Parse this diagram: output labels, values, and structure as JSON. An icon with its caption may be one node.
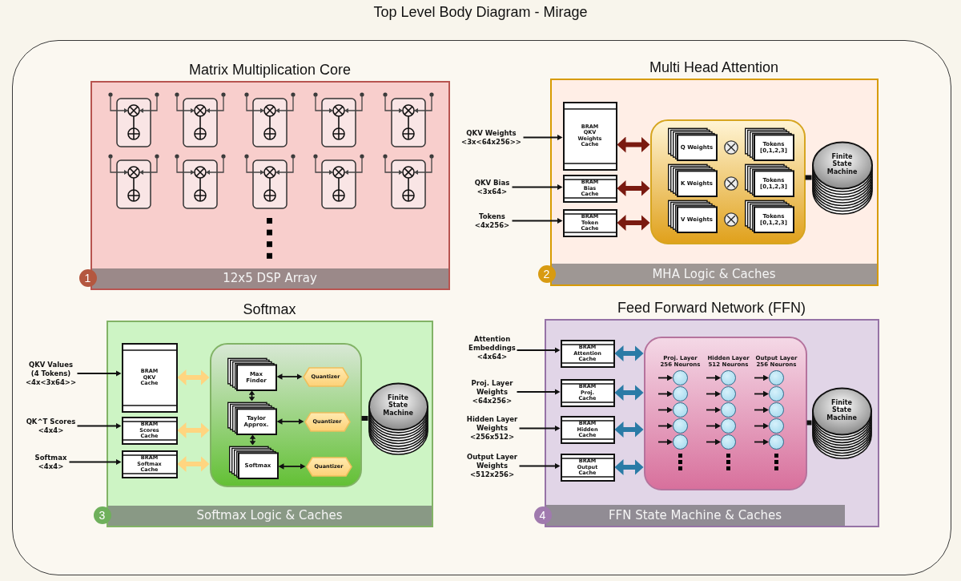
{
  "diagram": {
    "title": "Top Level Body Diagram - Mirage",
    "nodes": [
      {
        "text": [],
        "shape": "box"
      },
      {
        "text": [
          "Matrix Multiplication Core"
        ],
        "in": 0
      },
      {
        "text": [
          "1"
        ],
        "in": 0
      },
      {
        "text": [
          "12x5 DSP Array"
        ],
        "in": 1
      },
      {
        "text": [
          "Multi Head Attention"
        ],
        "in": 0
      },
      {
        "text": [
          "QKV Weights <3x<64x256>>"
        ],
        "in": 0
      },
      {
        "text": [
          "QKV Bias <3x64>"
        ],
        "in": 0
      },
      {
        "text": [
          "Tokens <4x256>"
        ],
        "in": 0
      },
      {
        "text": [
          "BRAM QKV Weights Cache"
        ],
        "in": 4
      },
      {
        "text": [
          "BRAM Bias Cache"
        ],
        "in": 4
      },
      {
        "text": [
          "BRAM Token Cache"
        ],
        "in": 4
      },
      {
        "text": [],
        "shape": "box",
        "in": 4
      },
      {
        "text": [
          "Q Weights"
        ],
        "in": 11
      },
      {
        "text": [
          "Tokens [0,1,2,3]"
        ],
        "in": 11
      },
      {
        "text": [
          "K Weights"
        ],
        "in": 11
      },
      {
        "text": [
          "Tokens [0,1,2,3]"
        ],
        "in": 11
      },
      {
        "text": [
          "V Weights"
        ],
        "in": 11
      },
      {
        "text": [
          "Tokens [0,1,2,3]"
        ],
        "in": 11
      },
      {
        "text": [
          "Finite State Machine"
        ],
        "in": 4
      },
      {
        "text": [
          "2"
        ],
        "in": 0
      },
      {
        "text": [
          "MHA Logic & Caches"
        ],
        "in": 4
      },
      {
        "text": [
          "Softmax"
        ],
        "in": 0
      },
      {
        "text": [
          "QKV Values (4 Tokens) <4x<3x64>>"
        ],
        "in": 0
      },
      {
        "text": [
          "QK^T Scores <4x4>"
        ],
        "in": 0
      },
      {
        "text": [
          "Softmax <4x4>"
        ],
        "in": 0
      },
      {
        "text": [
          "BRAM QKV Cache"
        ],
        "in": 21
      },
      {
        "text": [
          "BRAM Scores Cache"
        ],
        "in": 21
      },
      {
        "text": [
          "BRAM Softmax Cache"
        ],
        "in": 21
      },
      {
        "text": [],
        "shape": "box",
        "in": 21
      },
      {
        "text": [
          "Max Finder"
        ],
        "in": 28
      },
      {
        "text": [
          "Quantizer"
        ],
        "in": 28
      },
      {
        "text": [
          "Taylor Approx."
        ],
        "in": 28
      },
      {
        "text": [
          "Quantizer"
        ],
        "in": 28
      },
      {
        "text": [
          "Softmax"
        ],
        "in": 28
      },
      {
        "text": [
          "Quantizer"
        ],
        "in": 28
      },
      {
        "text": [
          "Finite State Machine"
        ],
        "in": 21
      },
      {
        "text": [
          "3"
        ],
        "in": 0
      },
      {
        "text": [
          "Softmax Logic & Caches"
        ],
        "in": 21
      },
      {
        "text": [
          "Feed Forward Network (FFN)"
        ],
        "in": 0
      },
      {
        "text": [
          "Attention Embeddings <4x64>"
        ],
        "in": 0
      },
      {
        "text": [
          "Proj. Layer Weights <64x256>"
        ],
        "in": 0
      },
      {
        "text": [
          "Hidden Layer Weights <256x512>"
        ],
        "in": 0
      },
      {
        "text": [
          "Output Layer Weights <512x256>"
        ],
        "in": 0
      },
      {
        "text": [
          "BRAM Attention Cache"
        ],
        "in": 38
      },
      {
        "text": [
          "BRAM Proj. Cache"
        ],
        "in": 38
      },
      {
        "text": [
          "BRAM Hidden Cache"
        ],
        "in": 38
      },
      {
        "text": [
          "BRAM Output Cache"
        ],
        "in": 38
      },
      {
        "text": [
          "Proj. Layer 256 Neurons",
          "Hidden Layer 512 Neurons",
          "Output Layer 256 Neurons"
        ],
        "in": 38
      },
      {
        "text": [],
        "shape": "circle",
        "in": 47
      },
      {
        "text": [],
        "shape": "circle",
        "in": 47
      },
      {
        "text": [],
        "shape": "circle",
        "in": 47
      },
      {
        "text": [],
        "shape": "circle",
        "in": 47
      },
      {
        "text": [],
        "shape": "circle",
        "in": 47
      },
      {
        "text": [],
        "shape": "circle",
        "in": 47
      },
      {
        "text": [],
        "shape": "circle",
        "in": 47
      },
      {
        "text": [],
        "shape": "circle",
        "in": 47
      },
      {
        "text": [],
        "shape": "circle",
        "in": 47
      },
      {
        "text": [],
        "shape": "circle",
        "in": 47
      },
      {
        "text": [],
        "shape": "circle",
        "in": 47
      },
      {
        "text": [],
        "shape": "circle",
        "in": 47
      },
      {
        "text": [],
        "shape": "circle",
        "in": 47
      },
      {
        "text": [],
        "shape": "circle",
        "in": 47
      },
      {
        "text": [],
        "shape": "circle",
        "in": 47
      },
      {
        "text": [
          "Finite State Machine"
        ],
        "in": 38
      },
      {
        "text": [
          "4"
        ],
        "in": 0
      },
      {
        "text": [
          "FFN State Machine & Caches"
        ],
        "in": 38
      }
    ],
    "edges": [
      {
        "from": 5,
        "to": 8,
        "arrow": "to"
      },
      {
        "from": 6,
        "to": 9,
        "arrow": "to"
      },
      {
        "from": 7,
        "to": 10,
        "arrow": "to"
      },
      {
        "from": 8,
        "to": 11,
        "arrow": "both",
        "style": "thick",
        "color": "#7a1a10"
      },
      {
        "from": 9,
        "to": 11,
        "arrow": "both",
        "style": "thick",
        "color": "#7a1a10"
      },
      {
        "from": 10,
        "to": 11,
        "arrow": "both",
        "style": "thick",
        "color": "#7a1a10"
      },
      {
        "from": 11,
        "to": 18,
        "arrow": "none",
        "style": "thick"
      },
      {
        "from": 22,
        "to": 25,
        "arrow": "to"
      },
      {
        "from": 23,
        "to": 26,
        "arrow": "to"
      },
      {
        "from": 24,
        "to": 27,
        "arrow": "to"
      },
      {
        "from": 25,
        "to": 28,
        "arrow": "both",
        "style": "thick",
        "color": "#ffd580"
      },
      {
        "from": 26,
        "to": 28,
        "arrow": "both",
        "style": "thick",
        "color": "#ffd580"
      },
      {
        "from": 27,
        "to": 28,
        "arrow": "both",
        "style": "thick",
        "color": "#ffd580"
      },
      {
        "from": 29,
        "to": 30,
        "arrow": "both"
      },
      {
        "from": 29,
        "to": 31,
        "arrow": "both"
      },
      {
        "from": 31,
        "to": 32,
        "arrow": "both"
      },
      {
        "from": 31,
        "to": 33,
        "arrow": "both"
      },
      {
        "from": 33,
        "to": 34,
        "arrow": "both"
      },
      {
        "from": 28,
        "to": 35,
        "arrow": "none",
        "style": "thick"
      },
      {
        "from": 39,
        "to": 43,
        "arrow": "to"
      },
      {
        "from": 40,
        "to": 44,
        "arrow": "to"
      },
      {
        "from": 41,
        "to": 45,
        "arrow": "to"
      },
      {
        "from": 42,
        "to": 46,
        "arrow": "to"
      },
      {
        "from": 43,
        "to": 47,
        "arrow": "both",
        "style": "thick",
        "color": "#2a7ba6"
      },
      {
        "from": 44,
        "to": 47,
        "arrow": "both",
        "style": "thick",
        "color": "#2a7ba6"
      },
      {
        "from": 45,
        "to": 47,
        "arrow": "both",
        "style": "thick",
        "color": "#2a7ba6"
      },
      {
        "from": 46,
        "to": 47,
        "arrow": "both",
        "style": "thick",
        "color": "#2a7ba6"
      },
      {
        "from": null,
        "to": 48,
        "arrow": "to"
      },
      {
        "from": null,
        "to": 49,
        "arrow": "to"
      },
      {
        "from": null,
        "to": 50,
        "arrow": "to"
      },
      {
        "from": null,
        "to": 51,
        "arrow": "to"
      },
      {
        "from": null,
        "to": 52,
        "arrow": "to"
      },
      {
        "from": null,
        "to": 53,
        "arrow": "to"
      },
      {
        "from": null,
        "to": 54,
        "arrow": "to"
      },
      {
        "from": null,
        "to": 55,
        "arrow": "to"
      },
      {
        "from": null,
        "to": 56,
        "arrow": "to"
      },
      {
        "from": null,
        "to": 57,
        "arrow": "to"
      },
      {
        "from": null,
        "to": 58,
        "arrow": "to"
      },
      {
        "from": null,
        "to": 59,
        "arrow": "to"
      },
      {
        "from": null,
        "to": 60,
        "arrow": "to"
      },
      {
        "from": null,
        "to": 61,
        "arrow": "to"
      },
      {
        "from": null,
        "to": 62,
        "arrow": "to"
      },
      {
        "from": 47,
        "to": 63,
        "arrow": "none",
        "style": "thick"
      }
    ]
  }
}
